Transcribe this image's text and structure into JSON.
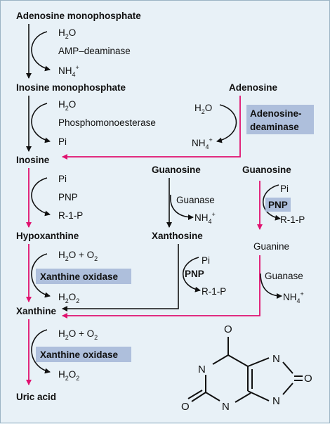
{
  "compounds": {
    "amp": "Adenosine monophosphate",
    "imp": "Inosine monophosphate",
    "adenosine": "Adenosine",
    "inosine": "Inosine",
    "guanosine_1": "Guanosine",
    "guanosine_2": "Guanosine",
    "hypoxanthine": "Hypoxanthine",
    "xanthosine": "Xanthosine",
    "guanine": "Guanine",
    "xanthine": "Xanthine",
    "uric_acid": "Uric acid"
  },
  "enzymes": {
    "amp_deaminase": "AMP–deaminase",
    "phosphomonoesterase": "Phosphomonoesterase",
    "adenosine_deaminase_line1": "Adenosine-",
    "adenosine_deaminase_line2": "deaminase",
    "pnp_1": "PNP",
    "pnp_2": "PNP",
    "pnp_3": "PNP",
    "guanase_1": "Guanase",
    "guanase_2": "Guanase",
    "xanthine_oxidase_1": "Xanthine oxidase",
    "xanthine_oxidase_2": "Xanthine oxidase"
  },
  "reagents": {
    "h2o_h": "H",
    "h2o_sub": "2",
    "h2o_o": "O",
    "o2_plus": " + O",
    "o2_sub": "2",
    "nh4": "NH",
    "nh4_sub": "4",
    "nh4_sup": "+",
    "pi": "Pi",
    "r1p": "R-1-P"
  },
  "uric_acid_structure": {
    "atoms": {
      "o": "O",
      "n": "N"
    }
  },
  "colors": {
    "background": "#e8f1f7",
    "pink_arrow": "#e0116f",
    "black_arrow": "#111111",
    "enzyme_highlight": "#aebfdc",
    "border": "#9bb4c4"
  }
}
